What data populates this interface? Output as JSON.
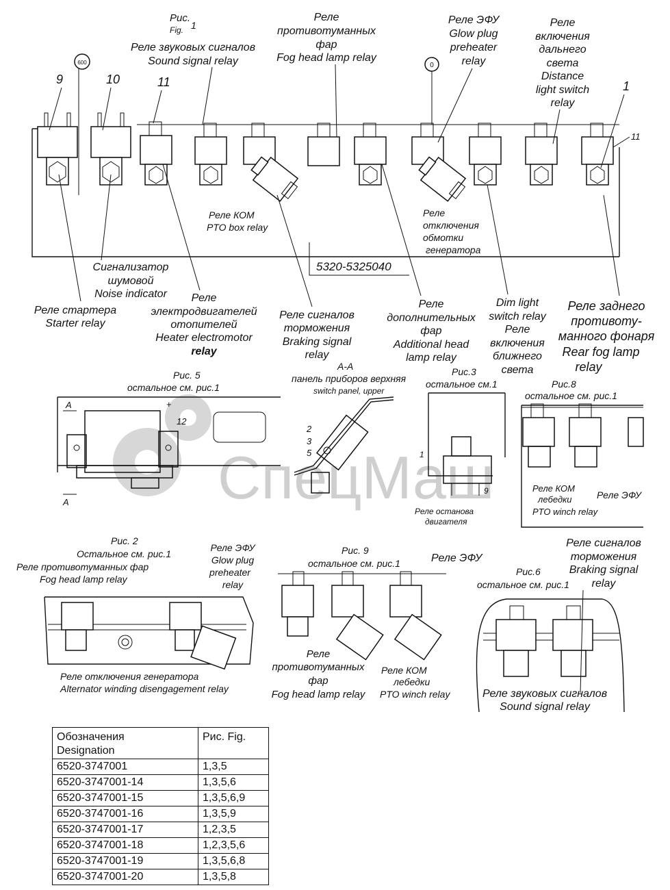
{
  "top_fig": {
    "caption_ru": "Рис.",
    "caption_en": "Fig.",
    "num": "1"
  },
  "labels": {
    "sound_relay": [
      "Реле звуковых сигналов",
      "Sound signal relay"
    ],
    "fog_head": [
      "Реле",
      "противотуманных",
      "фар",
      "Fog head lamp relay"
    ],
    "efu": [
      "Реле ЭФУ",
      "Glow plug",
      "preheater",
      "relay"
    ],
    "distance": [
      "Реле",
      "включения",
      "дальнего",
      "света",
      "Distance",
      "light switch",
      "relay"
    ],
    "pto_box": [
      "Реле КОМ",
      "PTO box relay"
    ],
    "alt_disengage": [
      "Реле",
      "отключения",
      "обмотки",
      "генератора"
    ],
    "noise_ind": [
      "Сигнализатор",
      "шумовой",
      "Noise indicator"
    ],
    "starter": [
      "Реле стартера",
      "Starter relay"
    ],
    "heater": [
      "Реле",
      "электродвигателей",
      "отопителей",
      "Heater electromotor",
      "relay"
    ],
    "braking": [
      "Реле сигналов",
      "торможения",
      "Braking signal",
      "relay"
    ],
    "additional": [
      "Реле",
      "дополнительных",
      "фар",
      "Additional head",
      "lamp relay"
    ],
    "dim": [
      "Dim light",
      "switch relay",
      "Реле",
      "включения",
      "ближнего",
      "света"
    ],
    "rear_fog": [
      "Реле заднего",
      "противоту-",
      "манного фонаря",
      "Rear fog lamp",
      "relay"
    ]
  },
  "markers": {
    "m600": "600",
    "m0": "0",
    "n9": "9",
    "n10": "10",
    "n11a": "11",
    "n1": "1",
    "n11b": "11",
    "part_no": "5320-5325040"
  },
  "fig5": {
    "title": "Рис. 5",
    "sub": "остальное см. рис.1",
    "a1": "A",
    "a2": "A",
    "num12": "12",
    "plus": "+"
  },
  "sectionAA": {
    "title": "А-А",
    "sub_ru": "панель приборов верхняя",
    "sub_en": "switch panel, upper",
    "n2": "2",
    "n3": "3",
    "n5": "5"
  },
  "fig3": {
    "title": "Рис.3",
    "sub": "остальное см.1",
    "n1": "1",
    "n9": "9",
    "stop1": "Реле останова",
    "stop2": "двигателя"
  },
  "fig8": {
    "title": "Рис.8",
    "sub": "остальное см. рис.1",
    "pto1": "Реле КОМ",
    "pto2": "лебедки",
    "pto3": "PTO winch relay",
    "efu": "Реле ЭФУ"
  },
  "watermark": "СпецМаш",
  "fig2": {
    "title": "Рис. 2",
    "sub": "Остальное см. рис.1",
    "fog1": "Реле противотуманных фар",
    "fog2": "Fog head lamp relay",
    "efu": [
      "Реле ЭФУ",
      "Glow plug",
      "preheater",
      "relay"
    ],
    "alt1": "Реле отключения генератора",
    "alt2": "Alternator winding disengagement relay"
  },
  "fig9": {
    "title": "Рис. 9",
    "sub": "остальное см. рис.1",
    "efu": "Реле ЭФУ",
    "fog": [
      "Реле",
      "противотуманных",
      "фар",
      "Fog head lamp relay"
    ],
    "pto": [
      "Реле КОМ",
      "лебедки",
      "PTO winch relay"
    ]
  },
  "fig6": {
    "title": "Рис.6",
    "sub": "остальное см. рис.1",
    "braking": [
      "Реле сигналов",
      "торможения",
      "Braking signal",
      "relay"
    ],
    "sound": [
      "Реле звуковых сигналов",
      "Sound signal relay"
    ]
  },
  "table": {
    "header": [
      "Обозначения\nDesignation",
      "Рис. Fig."
    ],
    "rows": [
      [
        "6520-3747001",
        "1,3,5"
      ],
      [
        "6520-3747001-14",
        "1,3,5,6"
      ],
      [
        "6520-3747001-15",
        "1,3,5,6,9"
      ],
      [
        "6520-3747001-16",
        "1,3,5,9"
      ],
      [
        "6520-3747001-17",
        "1,2,3,5"
      ],
      [
        "6520-3747001-18",
        "1,2,3,5,6"
      ],
      [
        "6520-3747001-19",
        "1,3,5,6,8"
      ],
      [
        "6520-3747001-20",
        "1,3,5,8"
      ]
    ]
  }
}
